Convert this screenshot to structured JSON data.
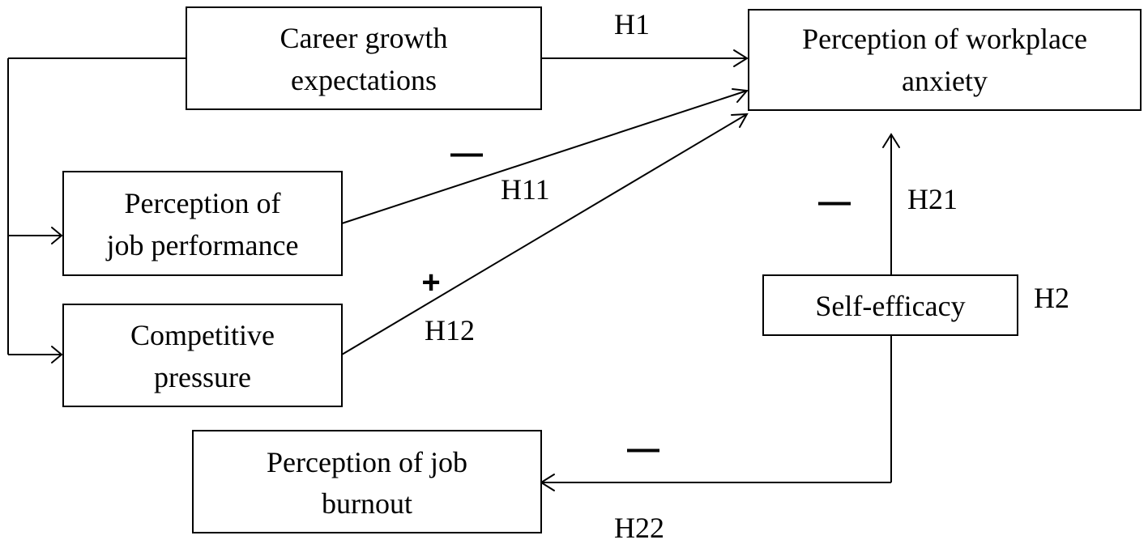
{
  "nodes": {
    "career": {
      "lines": [
        "Career growth",
        "expectations"
      ]
    },
    "workplace_anxiety": {
      "lines": [
        "Perception of workplace",
        "anxiety"
      ]
    },
    "job_performance": {
      "lines": [
        "Perception of",
        "job performance"
      ]
    },
    "competitive_pressure": {
      "lines": [
        "Competitive",
        "pressure"
      ]
    },
    "self_efficacy": {
      "lines": [
        "Self-efficacy"
      ]
    },
    "job_burnout": {
      "lines": [
        "Perception of job",
        "burnout"
      ]
    }
  },
  "hypotheses": {
    "h1": "H1",
    "h11": "H11",
    "h12": "H12",
    "h2": "H2",
    "h21": "H21",
    "h22": "H22"
  },
  "signs": {
    "h11": "—",
    "h12": "+",
    "h21": "—",
    "h22": "—"
  }
}
